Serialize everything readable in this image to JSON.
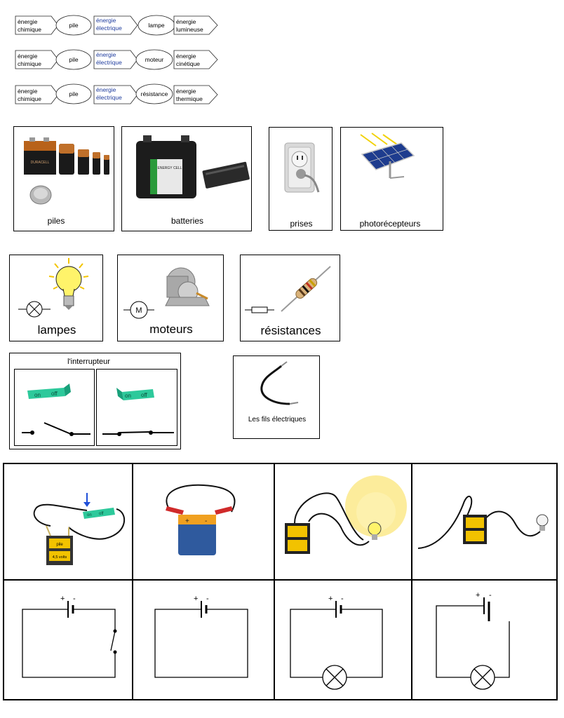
{
  "flows": [
    {
      "source": [
        "énergie",
        "chimique"
      ],
      "converter1": "pile",
      "mid": [
        "énergie",
        "électrique"
      ],
      "converter2": "lampe",
      "output": [
        "énergie",
        "lumineuse"
      ]
    },
    {
      "source": [
        "énergie",
        "chimique"
      ],
      "converter1": "pile",
      "mid": [
        "énergie",
        "électrique"
      ],
      "converter2": "moteur",
      "output": [
        "énergie",
        "cinétique"
      ]
    },
    {
      "source": [
        "énergie",
        "chimique"
      ],
      "converter1": "pile",
      "mid": [
        "énergie",
        "électrique"
      ],
      "converter2": "résistance",
      "output": [
        "énergie",
        "thermique"
      ]
    }
  ],
  "sources": {
    "piles": "piles",
    "batteries": "batteries",
    "prises": "prises",
    "photo": "photorécepteurs",
    "duracell": "DURACELL",
    "energy_brand": "ENERGY CELL"
  },
  "receivers": {
    "lampes": "lampes",
    "moteurs": "moteurs",
    "resistances": "résistances",
    "motor_symbol": "M"
  },
  "switch": {
    "title": "l'interrupteur",
    "on": "on",
    "off": "off"
  },
  "wires": {
    "label": "Les fils électriques"
  },
  "circuits": {
    "battery_label": "pile",
    "battery_voltage": "4,5 volts",
    "switch_on": "on",
    "switch_off": "off",
    "plus": "+",
    "minus": "-"
  },
  "colors": {
    "blue_text": "#1f3c9e",
    "switch_green": "#2dc99b",
    "battery_yellow": "#f2c200",
    "bulb_glow": "#fbe98a"
  }
}
